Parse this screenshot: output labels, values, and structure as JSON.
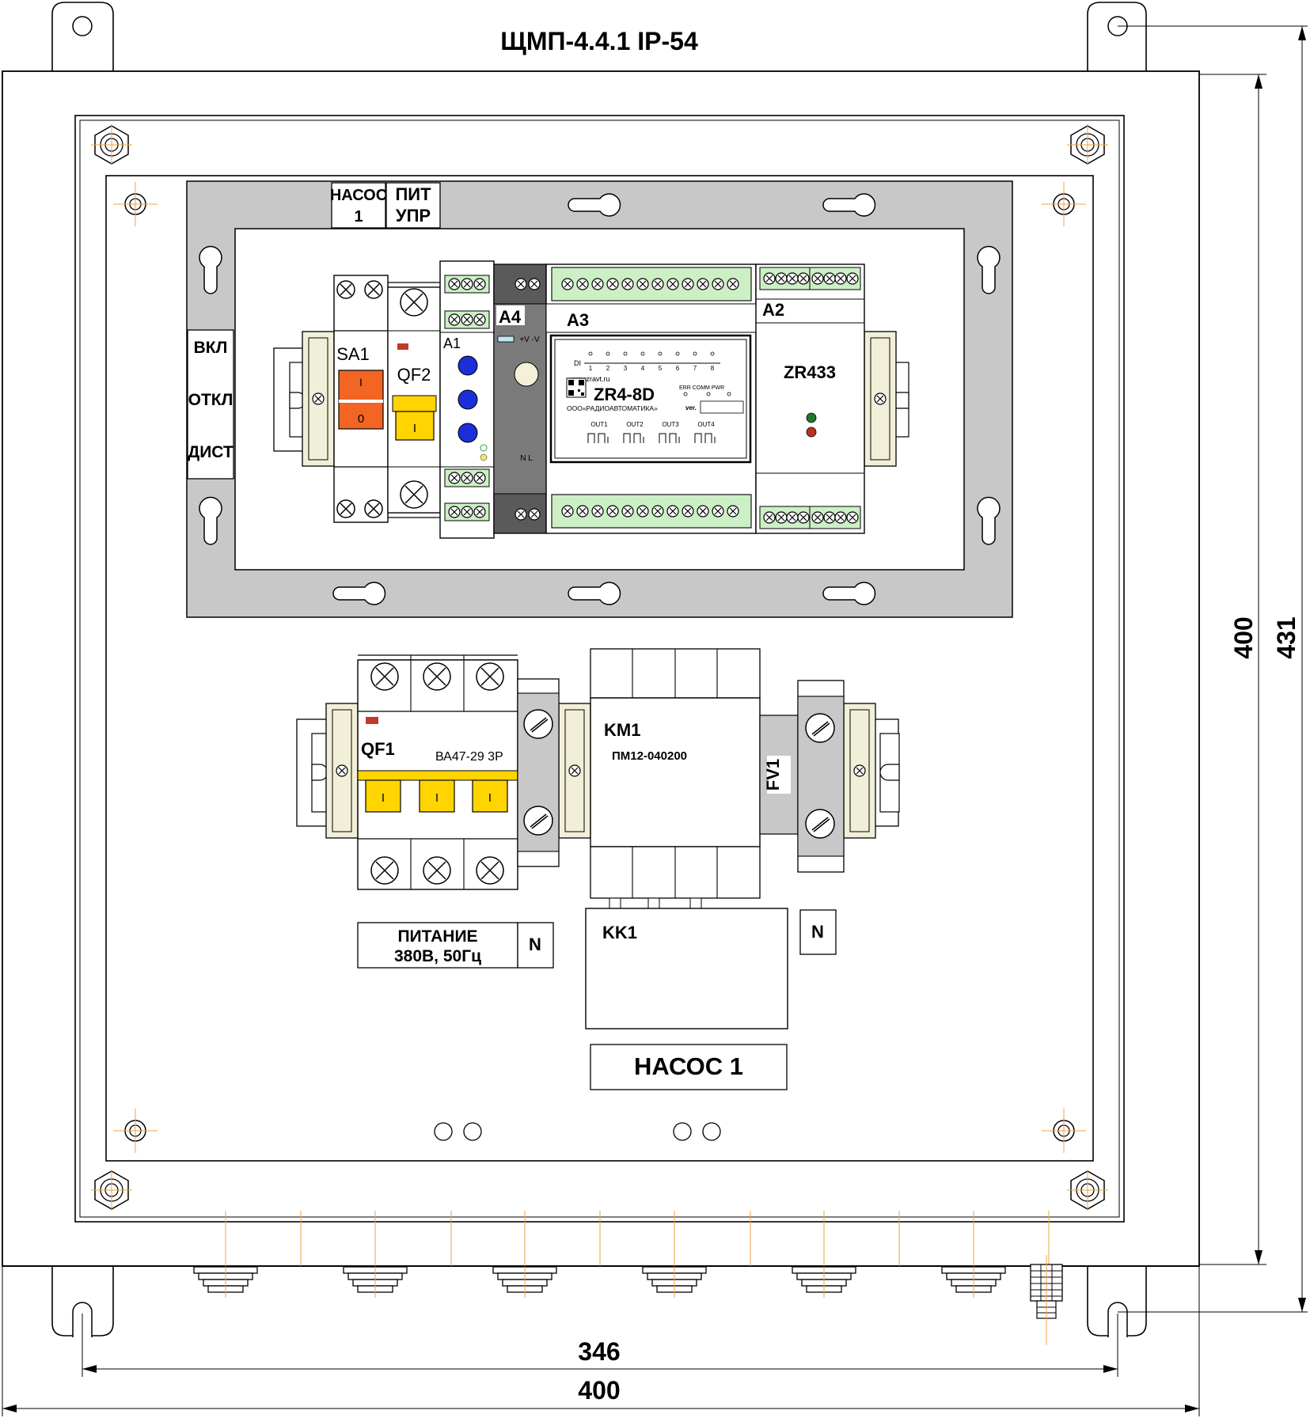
{
  "title": "ЩМП-4.4.1 IP-54",
  "dimensions": {
    "inner_height": "400",
    "outer_height": "431",
    "mount_width": "346",
    "body_width": "400"
  },
  "labels": {
    "nasos": "НАСОС",
    "nasos_num": "1",
    "pit": "ПИТ",
    "upr": "УПР",
    "vkl": "ВКЛ",
    "otkl": "ОТКЛ",
    "dist": "ДИСТ",
    "sa1": "SA1",
    "sa1_on": "I",
    "sa1_off": "0",
    "qf2": "QF2",
    "qf2_on": "I",
    "a1": "A1",
    "a4": "A4",
    "a4_term": "+V -V",
    "a4_nl": "N   L",
    "a3": "A3",
    "a2": "A2",
    "zr433": "ZR433",
    "zr4_site": "www.zravt.ru",
    "zr4_model": "ZR4-8D",
    "zr4_maker": "ООО«РАДИОАВТОМАТИКА»",
    "zr4_ver": "ver.",
    "zr4_leds": "ERR  COMM  PWR",
    "zr4_di": "DI",
    "zr4_di_nums": [
      "1",
      "2",
      "3",
      "4",
      "5",
      "6",
      "7",
      "8"
    ],
    "zr4_outs": [
      "OUT1",
      "OUT2",
      "OUT3",
      "OUT4"
    ],
    "qf1": "QF1",
    "qf1_model": "ВА47-29 3P",
    "qf1_on": "I",
    "km1": "KM1",
    "km1_model": "ПМ12-040200",
    "fv1": "FV1",
    "kk1": "KK1",
    "power_line1": "ПИТАНИЕ",
    "power_line2": "380В, 50Гц",
    "n": "N",
    "nasos1": "НАСОС 1"
  },
  "colors": {
    "switch_orange": "#F26522",
    "breaker_yellow": "#FFD400",
    "indicator_blue": "#1A2FD8",
    "terminal_green": "#CDEFC6",
    "rail_gray": "#BFBFBF",
    "module_dark": "#5A5A5A",
    "flag_red": "#C0392B",
    "dim_orange": "#F0A040"
  }
}
